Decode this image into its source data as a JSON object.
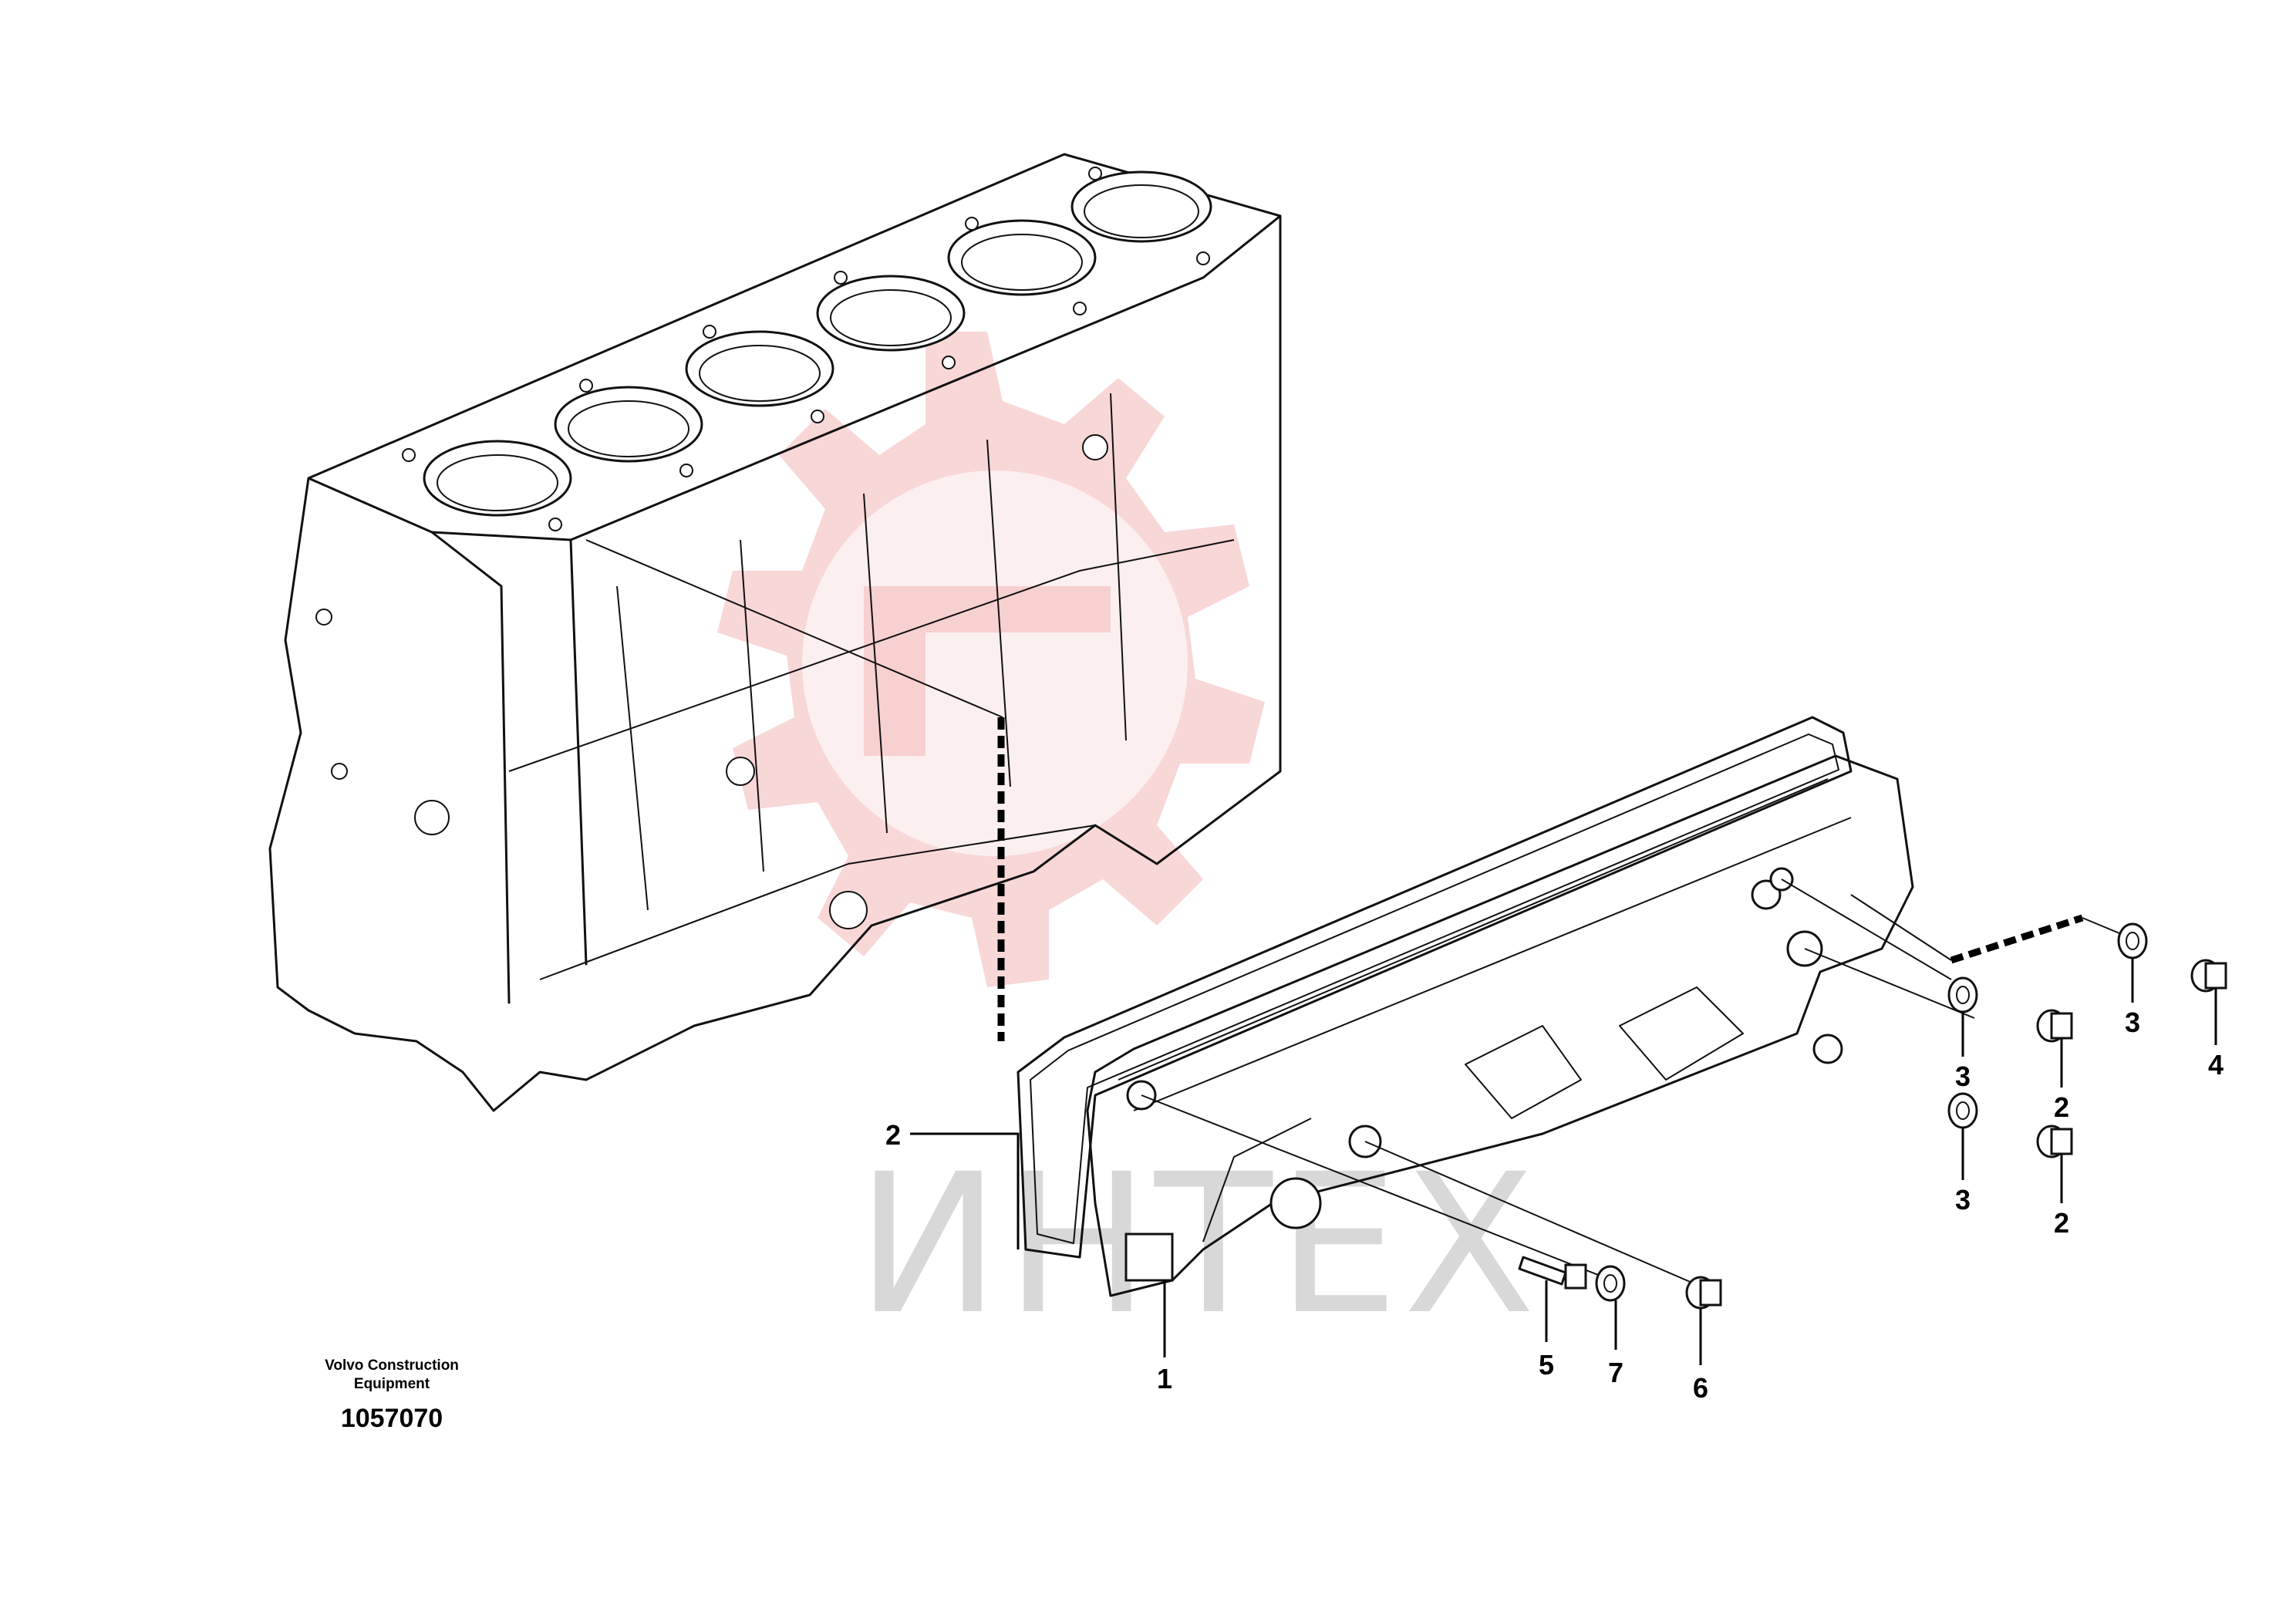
{
  "watermark": {
    "text": "ИНТЕХ",
    "gear_color": "#f3b7b7",
    "text_color": "#d8d8d8"
  },
  "caption": {
    "brand_line1": "Volvo Construction",
    "brand_line2": "Equipment",
    "drawing_number": "1057070"
  },
  "callouts": [
    {
      "id": "c1",
      "label": "1"
    },
    {
      "id": "c2a",
      "label": "2"
    },
    {
      "id": "c2b",
      "label": "2"
    },
    {
      "id": "c2c",
      "label": "2"
    },
    {
      "id": "c3a",
      "label": "3"
    },
    {
      "id": "c3b",
      "label": "3"
    },
    {
      "id": "c3c",
      "label": "3"
    },
    {
      "id": "c4",
      "label": "4"
    },
    {
      "id": "c5",
      "label": "5"
    },
    {
      "id": "c6",
      "label": "6"
    },
    {
      "id": "c7",
      "label": "7"
    }
  ]
}
